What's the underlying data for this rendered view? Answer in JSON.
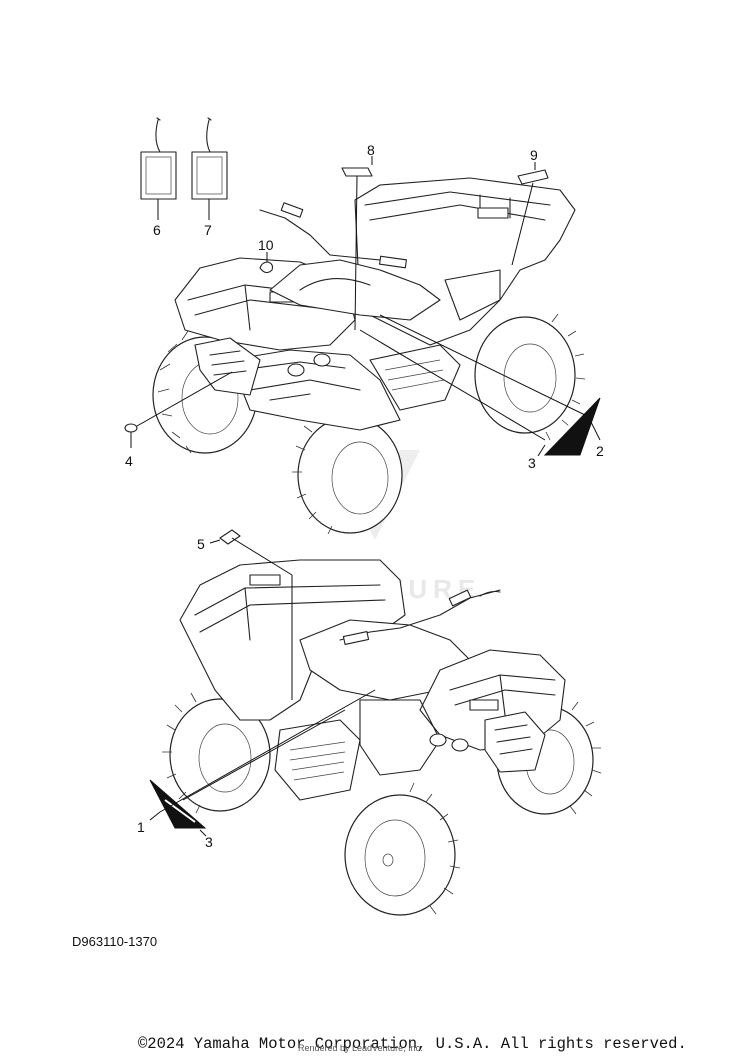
{
  "diagram": {
    "callouts": [
      "1",
      "2",
      "3",
      "4",
      "5",
      "6",
      "7",
      "8",
      "9",
      "10"
    ],
    "drawing_code": "D963110-1370",
    "copyright": "©2024 Yamaha Motor Corporation, U.S.A. All rights reserved.",
    "rendered_by": "Rendered by LeadVenture, Inc."
  }
}
